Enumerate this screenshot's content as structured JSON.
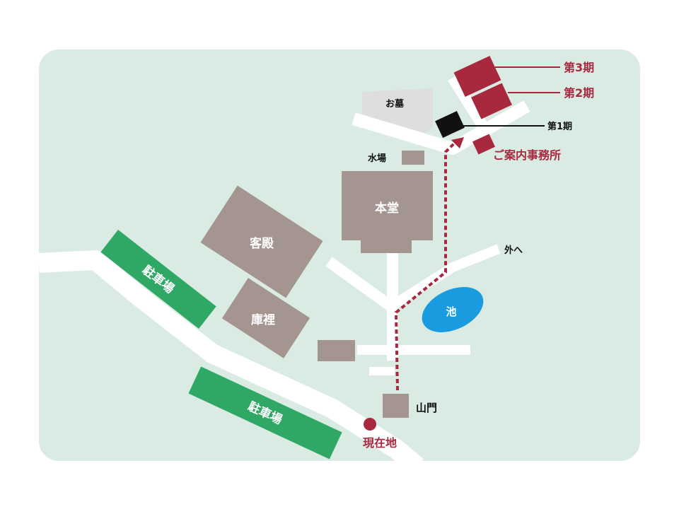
{
  "colors": {
    "background": "#d9ebe3",
    "road": "#ffffff",
    "building": "#a59590",
    "grave_area": "#dedede",
    "plot": "#a8283e",
    "plot_1": "#111111",
    "parking": "#2fa866",
    "pond": "#1a9be0",
    "route": "#a8283e"
  },
  "labels": {
    "phase3": "第3期",
    "phase2": "第2期",
    "phase1": "第1期",
    "info_office": "ご案内事務所",
    "graves": "お墓",
    "water": "水場",
    "main_hall": "本堂",
    "guest_hall": "客殿",
    "kuri": "庫裡",
    "pond": "池",
    "exit": "外へ",
    "gate": "山門",
    "current_location": "現在地",
    "parking_upper": "駐車場",
    "parking_lower": "駐車場"
  },
  "icons": {
    "current_location": "red-dot-marker",
    "route": "dashed-arrow"
  }
}
